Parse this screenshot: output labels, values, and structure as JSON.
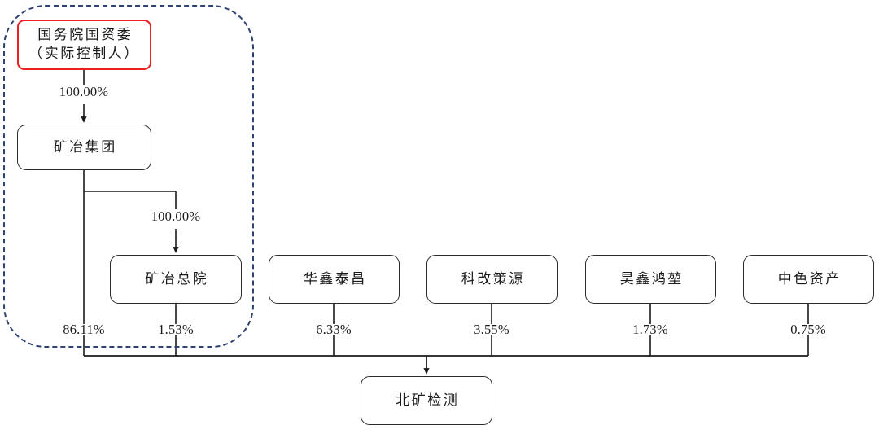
{
  "diagram": {
    "title": "Shareholding structure chart",
    "colors": {
      "highlight_border": "#f01f1f",
      "region_border": "#2e4372",
      "box_border": "#2b2b2b",
      "line": "#1a1a1a",
      "background": "#ffffff"
    },
    "control_region": {
      "name": "actual-controller-region",
      "style": "dashed"
    },
    "nodes": {
      "sasac": {
        "label": "国务院国资委\n（实际控制人）",
        "highlighted": true
      },
      "mining_group": {
        "label": "矿冶集团",
        "highlighted": false
      },
      "mining_institute": {
        "label": "矿冶总院",
        "highlighted": false
      },
      "huaxin_taichang": {
        "label": "华鑫泰昌",
        "highlighted": false
      },
      "kegai_ceyuan": {
        "label": "科改策源",
        "highlighted": false
      },
      "haoxin_hongkun": {
        "label": "昊鑫鸿堃",
        "highlighted": false
      },
      "zhongse_zichan": {
        "label": "中色资产",
        "highlighted": false
      },
      "beikuang_jiance": {
        "label": "北矿检测",
        "highlighted": false
      }
    },
    "edges": {
      "sasac_to_group": "100.00%",
      "group_to_institute": "100.00%",
      "group_to_target": "86.11%",
      "institute_to_target": "1.53%",
      "huaxin_to_target": "6.33%",
      "kegai_to_target": "3.55%",
      "haoxin_to_target": "1.73%",
      "zhongse_to_target": "0.75%"
    }
  }
}
